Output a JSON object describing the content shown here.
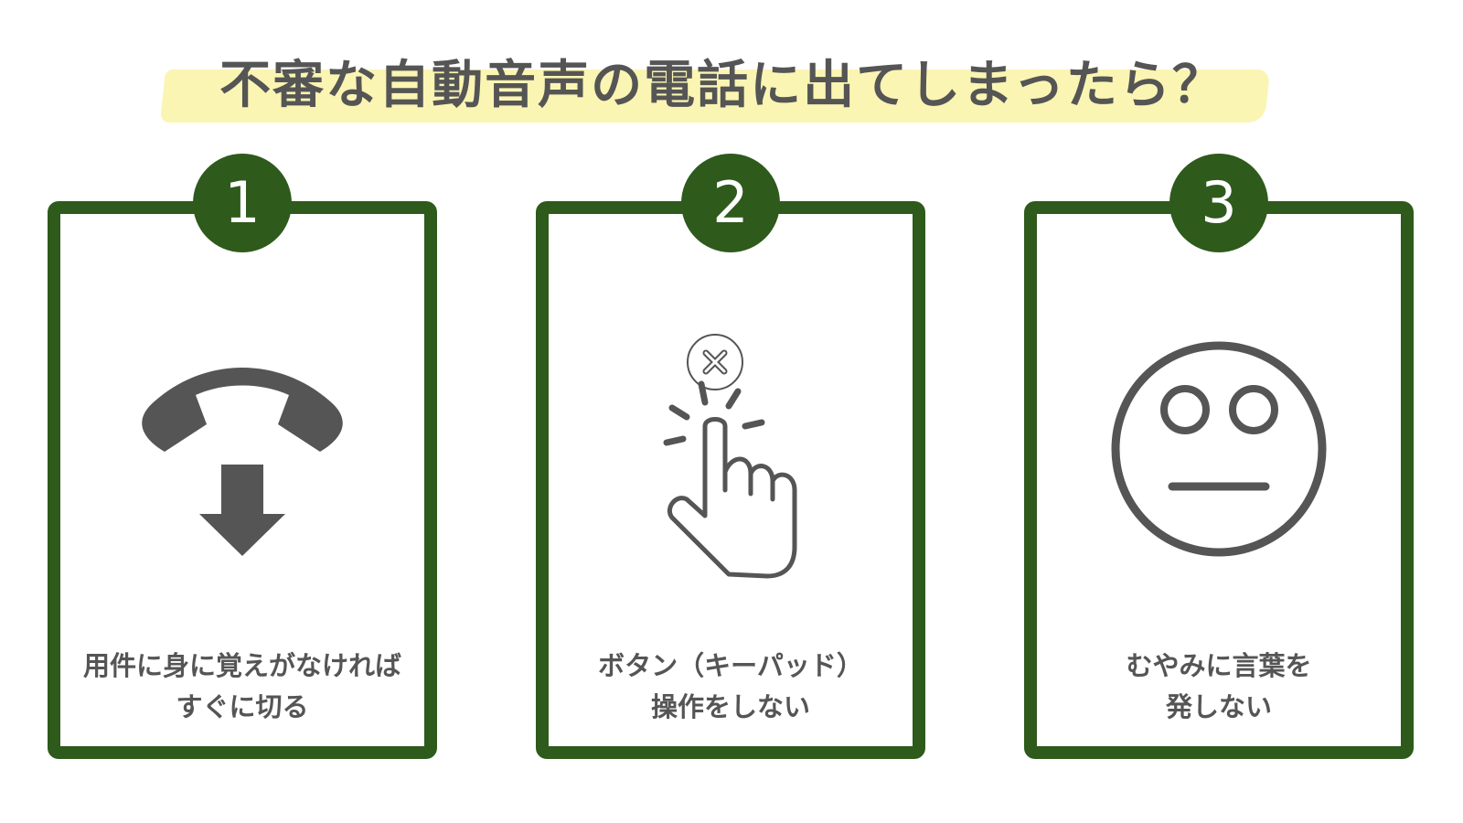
{
  "title": "不審な自動音声の電話に出てしまったら？",
  "colors": {
    "accent_green": "#2e5a1c",
    "highlight_yellow": "#fbf5b3",
    "text_gray": "#555555",
    "background": "#ffffff"
  },
  "cards": [
    {
      "number": "1",
      "icon": "phone-hangup-icon",
      "lines": [
        "用件に身に覚えがなければ",
        "すぐに切る"
      ]
    },
    {
      "number": "2",
      "icon": "finger-tap-cancel-icon",
      "lines": [
        "ボタン（キーパッド）",
        "操作をしない"
      ]
    },
    {
      "number": "3",
      "icon": "neutral-face-icon",
      "lines": [
        "むやみに言葉を",
        "発しない"
      ]
    }
  ]
}
